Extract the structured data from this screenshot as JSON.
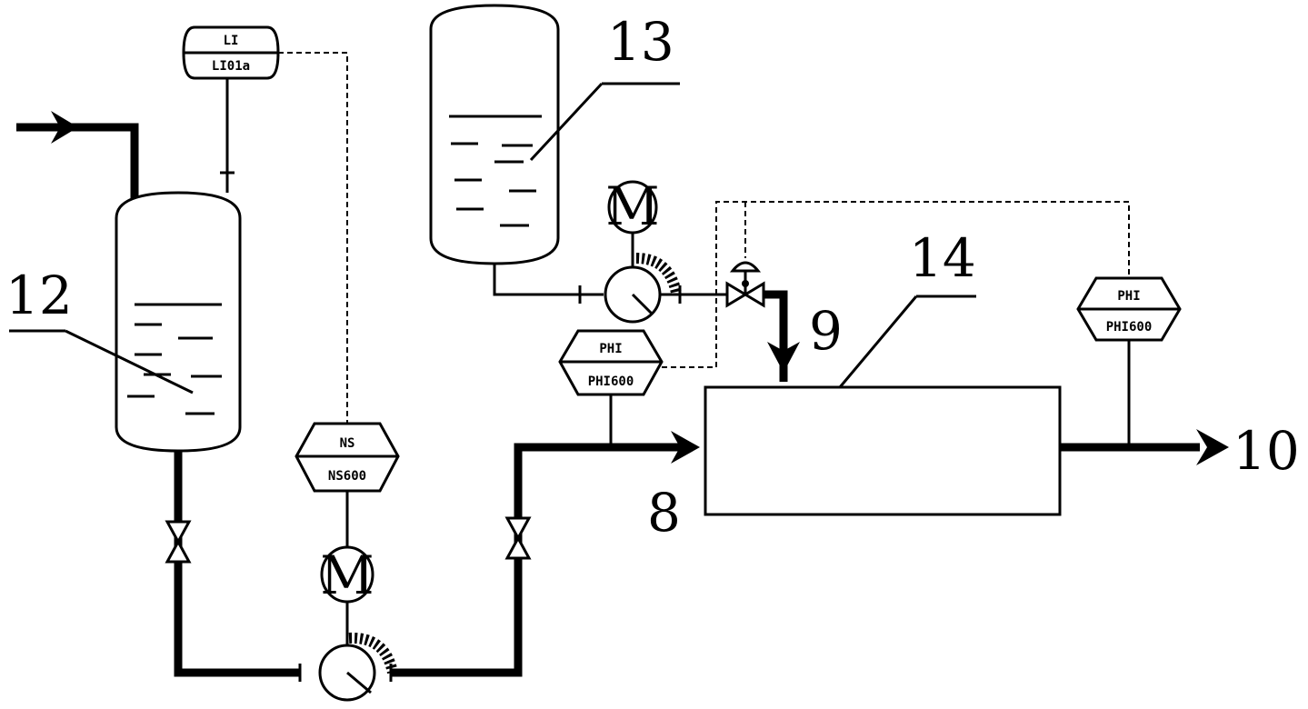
{
  "labels": {
    "tank_12": "12",
    "tank_13": "13",
    "unit_14": "14",
    "stream_8": "8",
    "stream_9": "9",
    "stream_10": "10"
  },
  "instruments": {
    "level": {
      "top": "LI",
      "bottom": "LI01a"
    },
    "speed": {
      "top": "NS",
      "bottom": "NS600"
    },
    "pressure_inlet": {
      "top": "PHI",
      "bottom": "PHI600"
    },
    "pressure_outlet": {
      "top": "PHI",
      "bottom": "PHI600"
    }
  },
  "motor_symbol": "M"
}
